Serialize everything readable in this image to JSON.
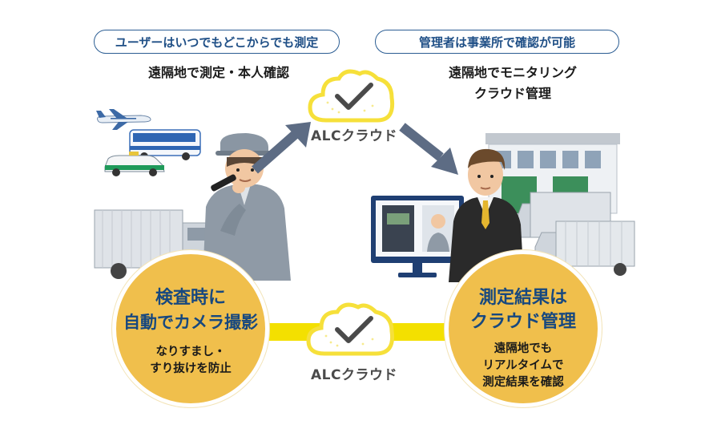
{
  "left_panel": {
    "pill_text": "ユーザーはいつでもどこからでも測定",
    "heading": "遠隔地で測定・本人確認"
  },
  "right_panel": {
    "pill_text": "管理者は事業所で確認が可能",
    "heading_line1": "遠隔地でモニタリング",
    "heading_line2": "クラウド管理"
  },
  "top_cloud": {
    "label": "ALCクラウド"
  },
  "bottom_cloud": {
    "label": "ALCクラウド"
  },
  "left_circle": {
    "title_line1": "検査時に",
    "title_line2": "自動でカメラ撮影",
    "sub_line1": "なりすまし・",
    "sub_line2": "すり抜けを防止"
  },
  "right_circle": {
    "title_line1": "測定結果は",
    "title_line2": "クラウド管理",
    "sub_line1": "遠隔地でも",
    "sub_line2": "リアルタイムで",
    "sub_line3": "測定結果を確認"
  },
  "colors": {
    "navy": "#1f4f86",
    "circle_yellow": "#f0bf4c",
    "cloud_yellow": "#f6e03a",
    "band_yellow": "#f3e000",
    "arrow_gray": "#5d6c84"
  },
  "icons": [
    "airplane-icon",
    "bus-icon",
    "taxi-icon",
    "truck-icon",
    "worker-icon",
    "breathalyzer-icon",
    "cloud-check-icon",
    "arrow-icon",
    "businessman-icon",
    "monitor-icon",
    "office-building-icon"
  ]
}
